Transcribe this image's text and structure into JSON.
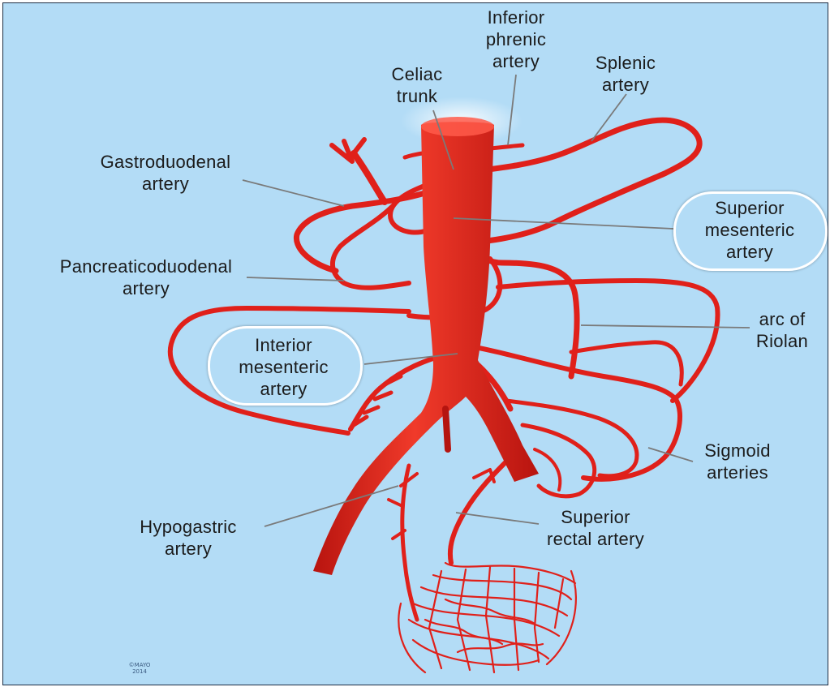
{
  "labels": {
    "inferior_phrenic": [
      "Inferior",
      "phrenic",
      "artery"
    ],
    "celiac": [
      "Celiac",
      "trunk"
    ],
    "splenic": [
      "Splenic",
      "artery"
    ],
    "gastroduodenal": [
      "Gastroduodenal",
      "artery"
    ],
    "superior_mesenteric": [
      "Superior",
      "mesenteric",
      "artery"
    ],
    "pancreaticoduodenal": [
      "Pancreaticoduodenal",
      "artery"
    ],
    "arc_of_riolan": [
      "arc of",
      "Riolan"
    ],
    "inferior_mesenteric": [
      "Interior",
      "mesenteric",
      "artery"
    ],
    "sigmoid": [
      "Sigmoid",
      "arteries"
    ],
    "hypogastric": [
      "Hypogastric",
      "artery"
    ],
    "superior_rectal": [
      "Superior",
      "rectal artery"
    ]
  },
  "copyright": [
    "©MAYO",
    "2014"
  ],
  "colors": {
    "background": "#b3dcf6",
    "artery": "#e0201a",
    "artery_dark": "#b5140f",
    "leader": "#7a7a7a"
  }
}
